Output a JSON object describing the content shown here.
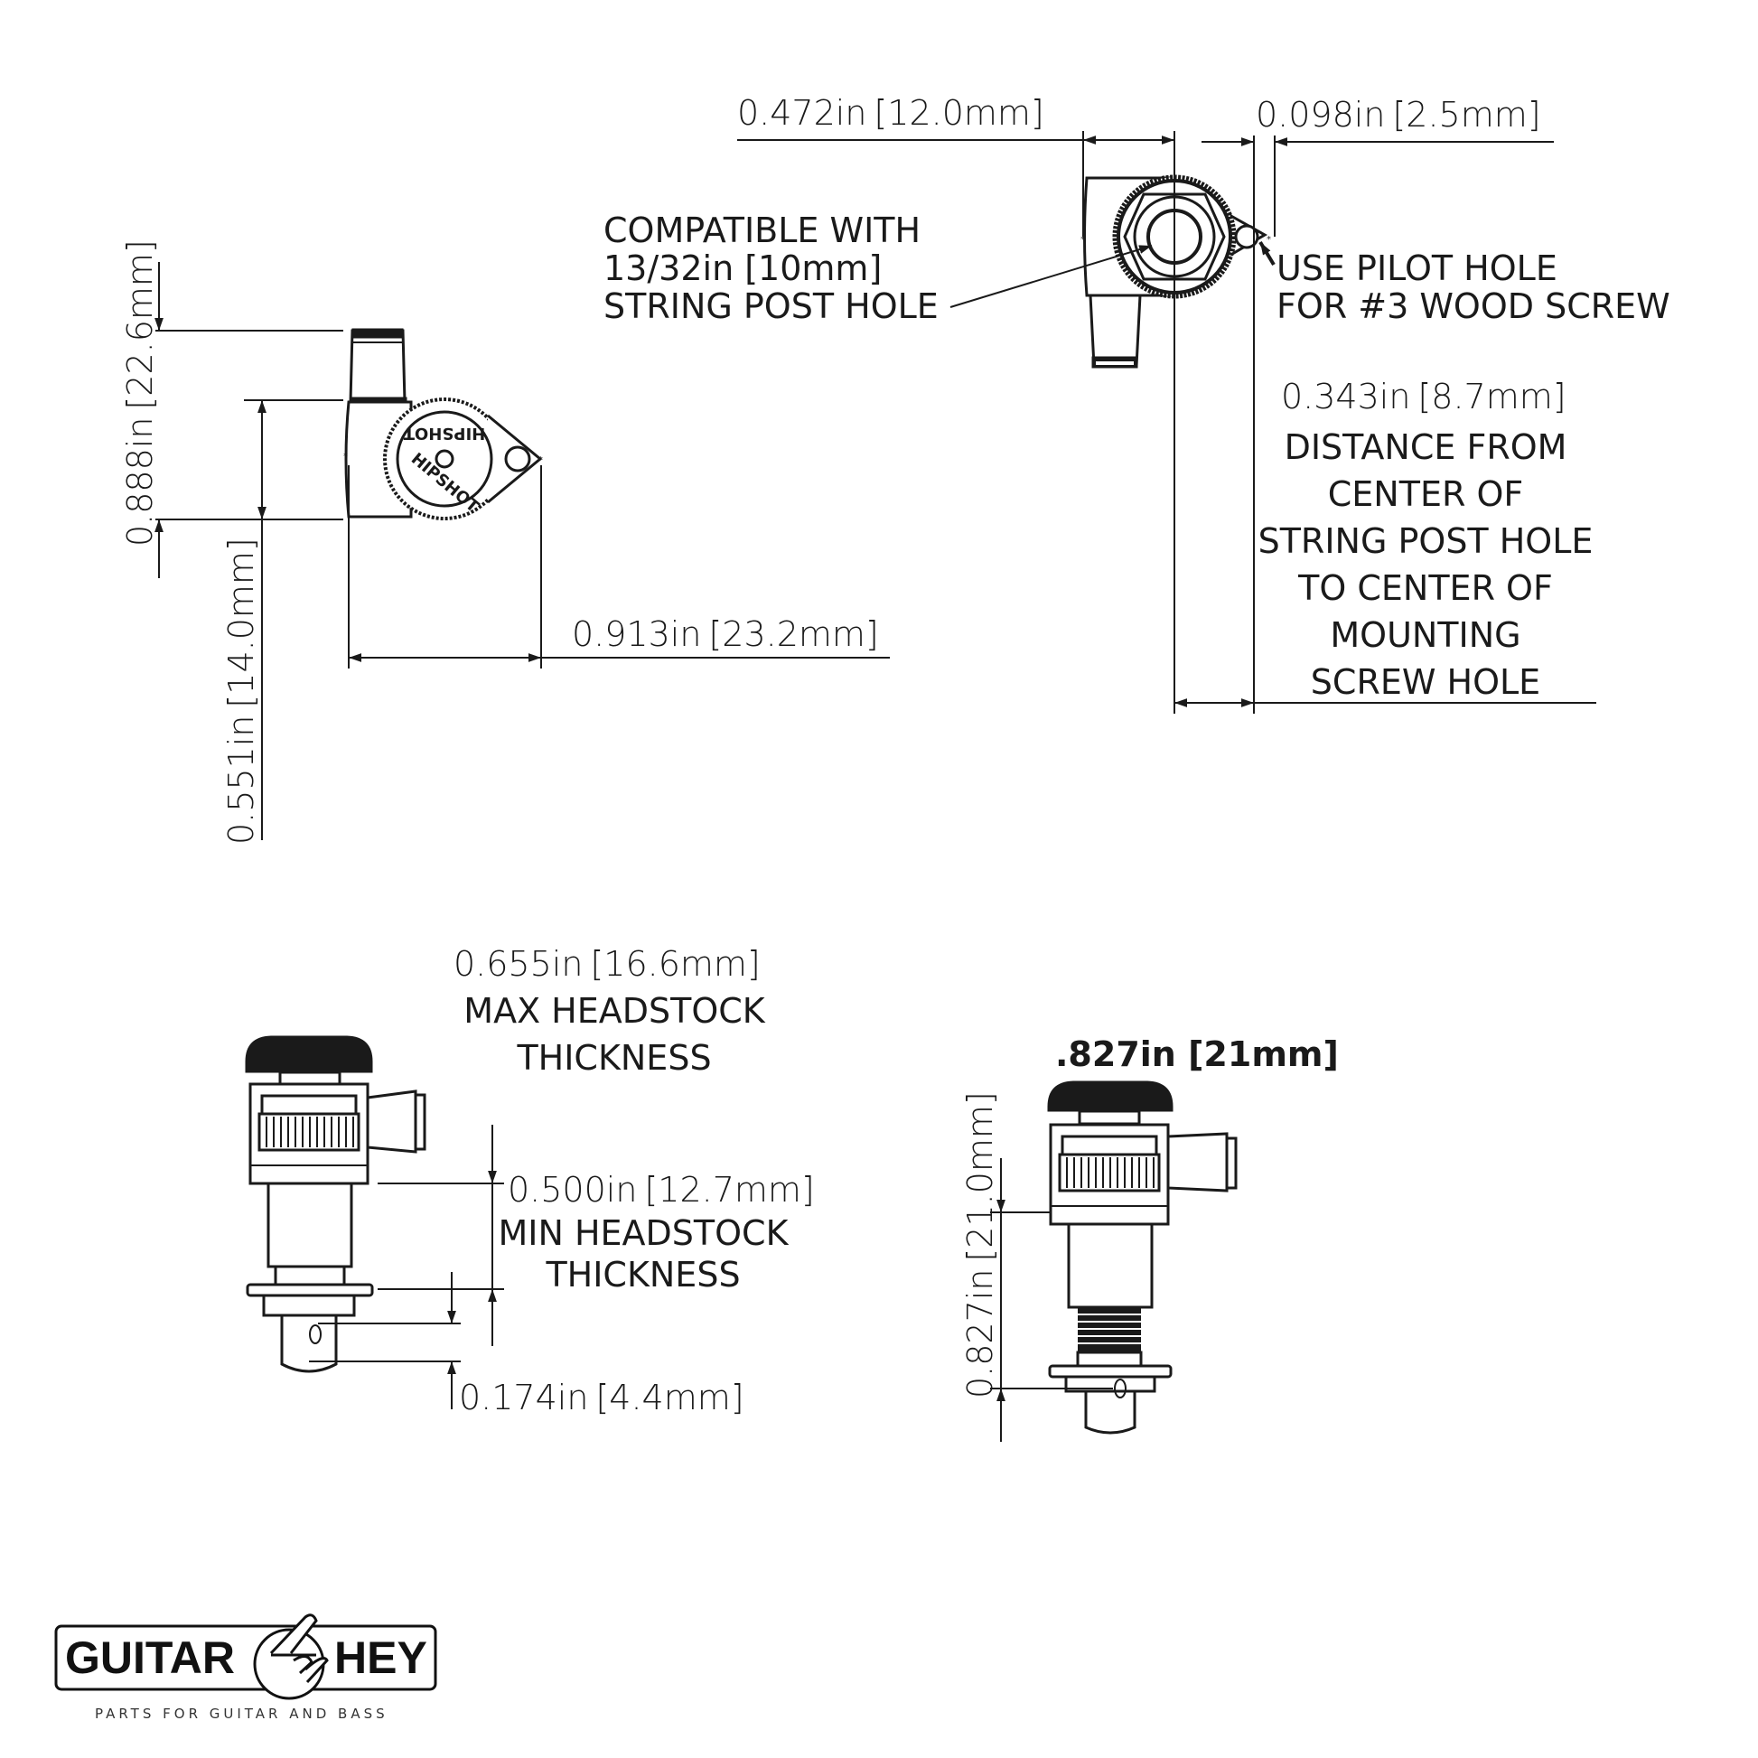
{
  "view_top_right": {
    "dim_width": {
      "inch": "0.472in",
      "mm": "12.0mm"
    },
    "dim_offset": {
      "inch": "0.098in",
      "mm": "2.5mm"
    },
    "note_post_hole": [
      "COMPATIBLE WITH",
      "13/32in [10mm]",
      "STRING POST HOLE"
    ],
    "note_pilot": [
      "USE PILOT HOLE",
      "FOR #3 WOOD SCREW"
    ],
    "dim_screw_distance": {
      "inch": "0.343in",
      "mm": "8.7mm"
    },
    "note_distance": [
      "DISTANCE FROM",
      "CENTER OF",
      "STRING POST HOLE",
      "TO CENTER OF",
      "MOUNTING",
      "SCREW HOLE"
    ]
  },
  "view_top_left": {
    "dim_height": {
      "inch": "0.888in",
      "mm": "22.6mm"
    },
    "dim_body": {
      "inch": "0.551in",
      "mm": "14.0mm"
    },
    "dim_width": {
      "inch": "0.913in",
      "mm": "23.2mm"
    },
    "brand_marks": [
      "HIPSHOT",
      "HIPSHOT"
    ]
  },
  "view_bottom_left": {
    "dim_max": {
      "inch": "0.655in",
      "mm": "16.6mm"
    },
    "note_max": [
      "MAX HEADSTOCK",
      "THICKNESS"
    ],
    "dim_min": {
      "inch": "0.500in",
      "mm": "12.7mm"
    },
    "note_min": [
      "MIN HEADSTOCK",
      "THICKNESS"
    ],
    "dim_tip": {
      "inch": "0.174in",
      "mm": "4.4mm"
    }
  },
  "view_bottom_right": {
    "title": ".827in [21mm]",
    "dim_height": {
      "inch": "0.827in",
      "mm": "21.0mm"
    }
  },
  "logo": {
    "left": "GUITAR",
    "right": "HEY",
    "tagline": "PARTS FOR GUITAR AND BASS"
  }
}
